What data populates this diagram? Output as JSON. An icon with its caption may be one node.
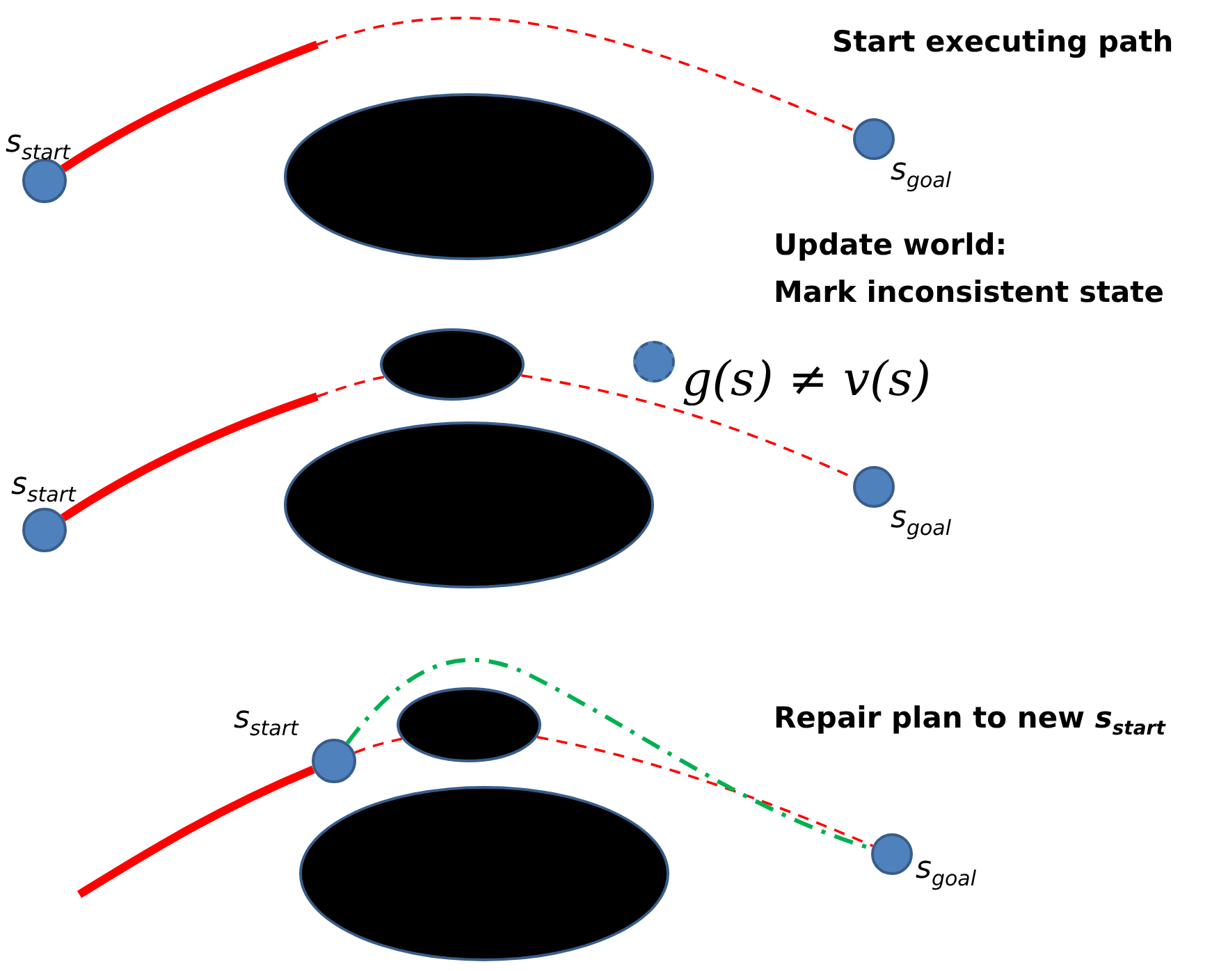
{
  "diagram": {
    "nodes": [
      {
        "text": [],
        "shape": "circle",
        "beside": [
          "s$_{start}$"
        ]
      },
      {
        "text": [],
        "shape": "ellipse"
      },
      {
        "text": [],
        "shape": "circle",
        "beside": [
          "s$_{goal}$"
        ]
      },
      {
        "text": [],
        "shape": "circle",
        "beside": [
          "s$_{start}$"
        ]
      },
      {
        "text": [],
        "shape": "ellipse"
      },
      {
        "text": [],
        "shape": "ellipse"
      },
      {
        "text": [],
        "shape": "circle",
        "beside": [
          "g(s) ≠ v(s)"
        ]
      },
      {
        "text": [],
        "shape": "circle",
        "beside": [
          "s$_{goal}$"
        ]
      },
      {
        "text": [],
        "shape": "ellipse"
      },
      {
        "text": [],
        "shape": "circle",
        "beside": [
          "s$_{start}$"
        ]
      },
      {
        "text": [],
        "shape": "ellipse"
      },
      {
        "text": [],
        "shape": "circle",
        "beside": [
          "s$_{goal}$"
        ]
      }
    ],
    "edges": [
      {
        "from": 0,
        "to": null,
        "arrow": "none",
        "style": "thick"
      },
      {
        "from": null,
        "to": 2,
        "arrow": "none",
        "style": "dashed"
      },
      {
        "from": 3,
        "to": null,
        "arrow": "none",
        "style": "thick"
      },
      {
        "from": null,
        "to": 4,
        "arrow": "none",
        "style": "dashed"
      },
      {
        "from": 4,
        "to": 7,
        "arrow": "none",
        "style": "dashed"
      },
      {
        "from": null,
        "to": 9,
        "arrow": "none",
        "style": "thick"
      },
      {
        "from": 9,
        "to": 8,
        "arrow": "none",
        "style": "dashed"
      },
      {
        "from": 8,
        "to": 11,
        "arrow": "none",
        "style": "dashed"
      },
      {
        "from": 9,
        "to": 11,
        "arrow": "none",
        "style": "dashed",
        "color": "#00b050"
      }
    ],
    "labels": [
      "Start executing path",
      "Update world:",
      "Mark inconsistent state",
      "Repair plan to new *s*$_{start}$"
    ]
  }
}
